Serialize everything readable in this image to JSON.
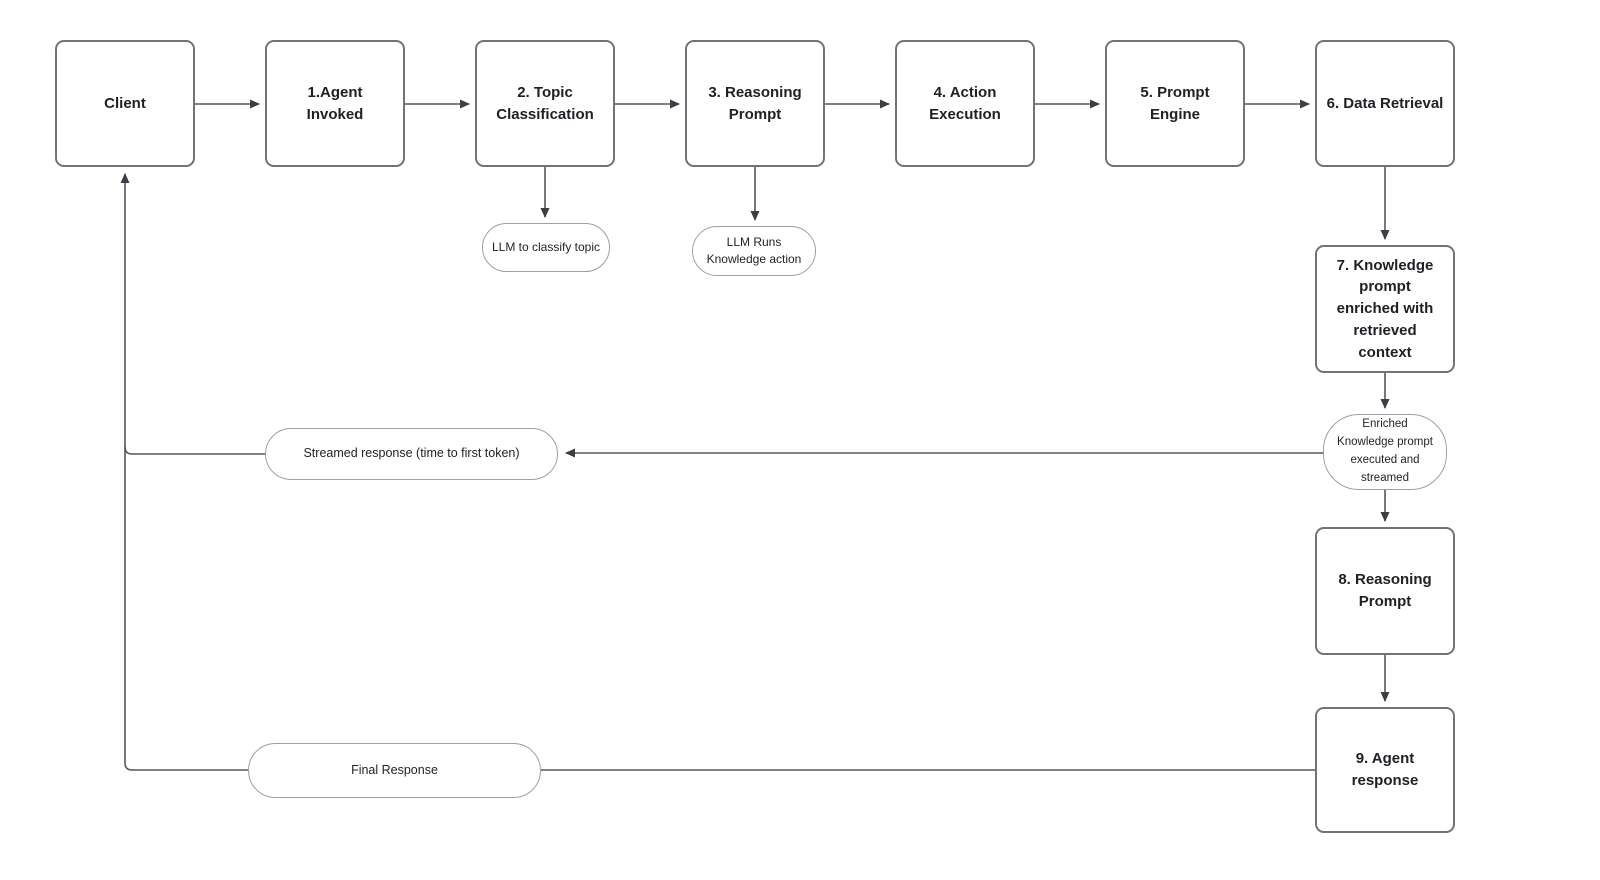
{
  "nodes": {
    "client": {
      "label": "Client"
    },
    "step1": {
      "label": "1.Agent\nInvoked"
    },
    "step2": {
      "label": "2. Topic\nClassification"
    },
    "step3": {
      "label": "3. Reasoning\nPrompt"
    },
    "step4": {
      "label": "4. Action\nExecution"
    },
    "step5": {
      "label": "5. Prompt\nEngine"
    },
    "step6": {
      "label": "6. Data Retrieval"
    },
    "step7": {
      "label": "7. Knowledge\nprompt\nenriched with\nretrieved\ncontext"
    },
    "step8": {
      "label": "8. Reasoning\nPrompt"
    },
    "step9": {
      "label": "9. Agent\nresponse"
    },
    "llm_classify": {
      "label": "LLM to classify topic"
    },
    "llm_knowledge": {
      "label": "LLM Runs\nKnowledge action"
    },
    "enriched": {
      "label": "Enriched\nKnowledge prompt\nexecuted and\nstreamed"
    },
    "streamed": {
      "label": "Streamed response (time to first token)"
    },
    "final": {
      "label": "Final Response"
    }
  },
  "colors": {
    "box_border": "#6f737a",
    "oval_border": "#9aa0a6",
    "connector": "#53565c",
    "arrowhead": "#3b3e44",
    "text": "#1d2025",
    "background": "#ffffff"
  }
}
